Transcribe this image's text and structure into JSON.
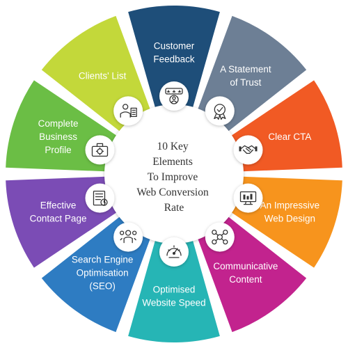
{
  "center": {
    "title_lines": [
      "10 Key",
      "Elements",
      "To Improve",
      "Web Conversion",
      "Rate"
    ]
  },
  "segments": [
    {
      "label_lines": [
        "Clear CTA"
      ],
      "color": "#F15A24",
      "icon": "handshake-icon"
    },
    {
      "label_lines": [
        "An Impressive",
        "Web Design"
      ],
      "color": "#F7941D",
      "icon": "web-design-monitor-icon"
    },
    {
      "label_lines": [
        "Communicative",
        "Content"
      ],
      "color": "#C2238E",
      "icon": "network-people-icon"
    },
    {
      "label_lines": [
        "Optimised",
        "Website Speed"
      ],
      "color": "#26B5B5",
      "icon": "speedometer-icon"
    },
    {
      "label_lines": [
        "Search Engine",
        "Optimisation",
        "(SEO)"
      ],
      "color": "#2E7CC2",
      "icon": "seo-person-icon"
    },
    {
      "label_lines": [
        "Effective",
        "Contact Page"
      ],
      "color": "#7B4CB5",
      "icon": "contact-document-icon"
    },
    {
      "label_lines": [
        "Complete",
        "Business",
        "Profile"
      ],
      "color": "#6BBE45",
      "icon": "briefcase-gear-icon"
    },
    {
      "label_lines": [
        "Clients' List"
      ],
      "color": "#C3D83A",
      "icon": "client-list-icon"
    },
    {
      "label_lines": [
        "Customer",
        "Feedback"
      ],
      "color": "#1E4E79",
      "icon": "rating-user-icon"
    },
    {
      "label_lines": [
        "A Statement",
        "of Trust"
      ],
      "color": "#6D7F95",
      "icon": "trust-badge-icon"
    }
  ]
}
